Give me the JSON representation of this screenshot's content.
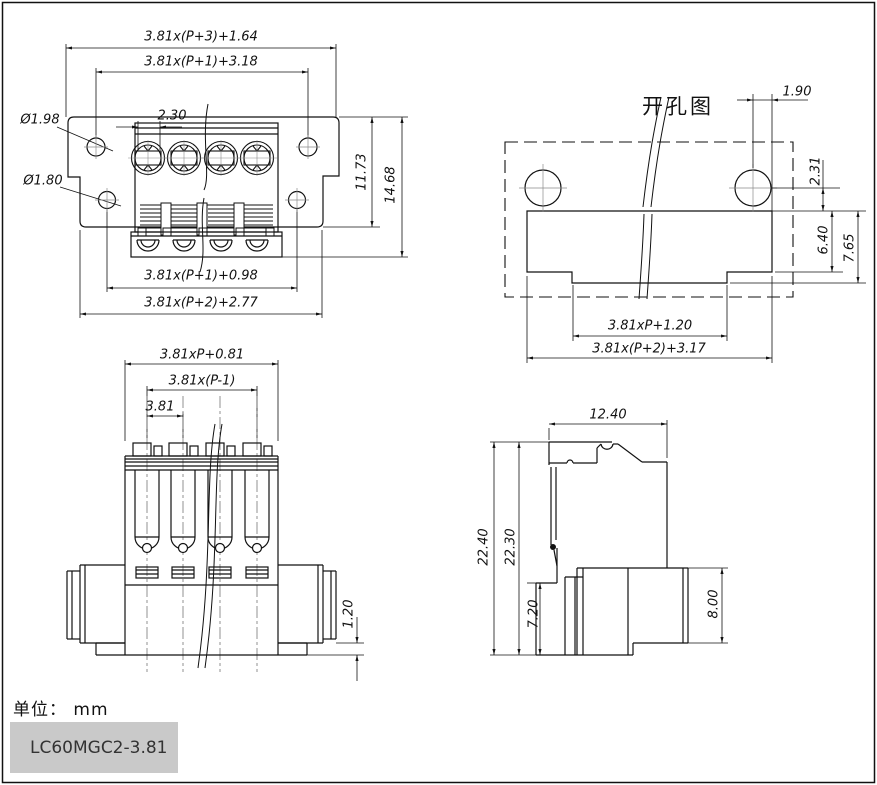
{
  "footer": {
    "unit_label": "单位： mm",
    "part_number": "LC60MGC2-3.81"
  },
  "views": {
    "top_view": {
      "dims": {
        "outer_width": "3.81x(P+3)+1.64",
        "hole_span_top": "3.81x(P+1)+3.18",
        "slot_width": "2.30",
        "hole_dia_large": "Ø1.98",
        "hole_dia_small": "Ø1.80",
        "height_inner": "11.73",
        "height_outer": "14.68",
        "hole_span_bottom": "3.81x(P+1)+0.98",
        "step_span": "3.81x(P+2)+2.77"
      }
    },
    "cutout_view": {
      "title": "开孔图",
      "dims": {
        "edge_offset": "1.90",
        "center_offset": "2.31",
        "depth_inner": "6.40",
        "depth_outer": "7.65",
        "notch_width": "3.81xP+1.20",
        "cutout_width": "3.81x(P+2)+3.17"
      }
    },
    "front_view": {
      "dims": {
        "body_width": "3.81xP+0.81",
        "pin_span": "3.81x(P-1)",
        "pitch": "3.81",
        "foot_height": "1.20"
      }
    },
    "side_view": {
      "dims": {
        "depth": "12.40",
        "height_total": "22.40",
        "height_body": "22.30",
        "front_height": "7.20",
        "plug_height": "8.00"
      }
    }
  }
}
